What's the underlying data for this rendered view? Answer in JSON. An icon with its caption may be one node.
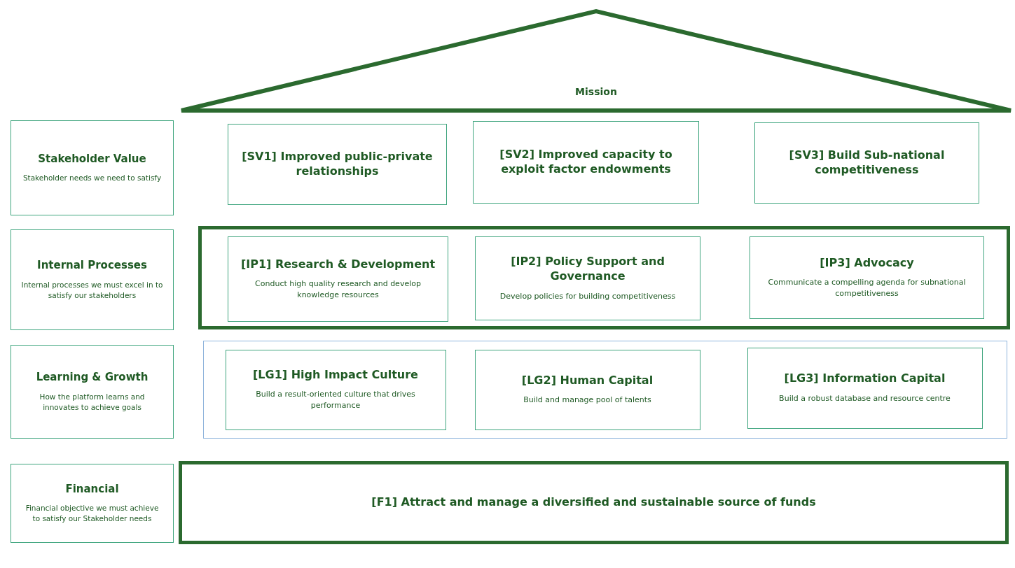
{
  "diagram": {
    "nodes": [
      {
        "text": [
          "Mission"
        ]
      },
      {
        "text": [
          "Stakeholder Value",
          "Stakeholder needs we need to satisfy"
        ]
      },
      {
        "text": [
          "[SV1] Improved public-private relationships"
        ]
      },
      {
        "text": [
          "[SV2] Improved capacity to exploit factor endowments"
        ]
      },
      {
        "text": [
          "[SV3] Build Sub-national competitiveness"
        ]
      },
      {
        "text": [
          "Internal Processes",
          "Internal processes we must excel in to satisfy our stakeholders"
        ]
      },
      {
        "text": [],
        "shape": "box"
      },
      {
        "text": [
          "[IP1] Research & Development",
          "Conduct high quality research and develop knowledge resources"
        ],
        "in": 6
      },
      {
        "text": [
          "[IP2] Policy Support and Governance",
          "Develop policies for building competitiveness"
        ],
        "in": 6
      },
      {
        "text": [
          "[IP3] Advocacy",
          "Communicate a compelling agenda for subnational competitiveness"
        ],
        "in": 6
      },
      {
        "text": [
          "Learning & Growth",
          "How the platform learns and innovates to achieve goals"
        ]
      },
      {
        "text": [],
        "shape": "box"
      },
      {
        "text": [
          "[LG1] High Impact Culture",
          "Build a result-oriented culture that drives performance"
        ],
        "in": 11
      },
      {
        "text": [
          "[LG2] Human Capital",
          "Build and manage pool of talents"
        ],
        "in": 11
      },
      {
        "text": [
          "[LG3] Information Capital",
          "Build a robust database and resource centre"
        ],
        "in": 11
      },
      {
        "text": [
          "Financial",
          "Financial objective we must achieve to satisfy our Stakeholder needs"
        ]
      },
      {
        "text": [
          "[F1] Attract and manage a diversified and sustainable source of funds"
        ]
      }
    ]
  }
}
